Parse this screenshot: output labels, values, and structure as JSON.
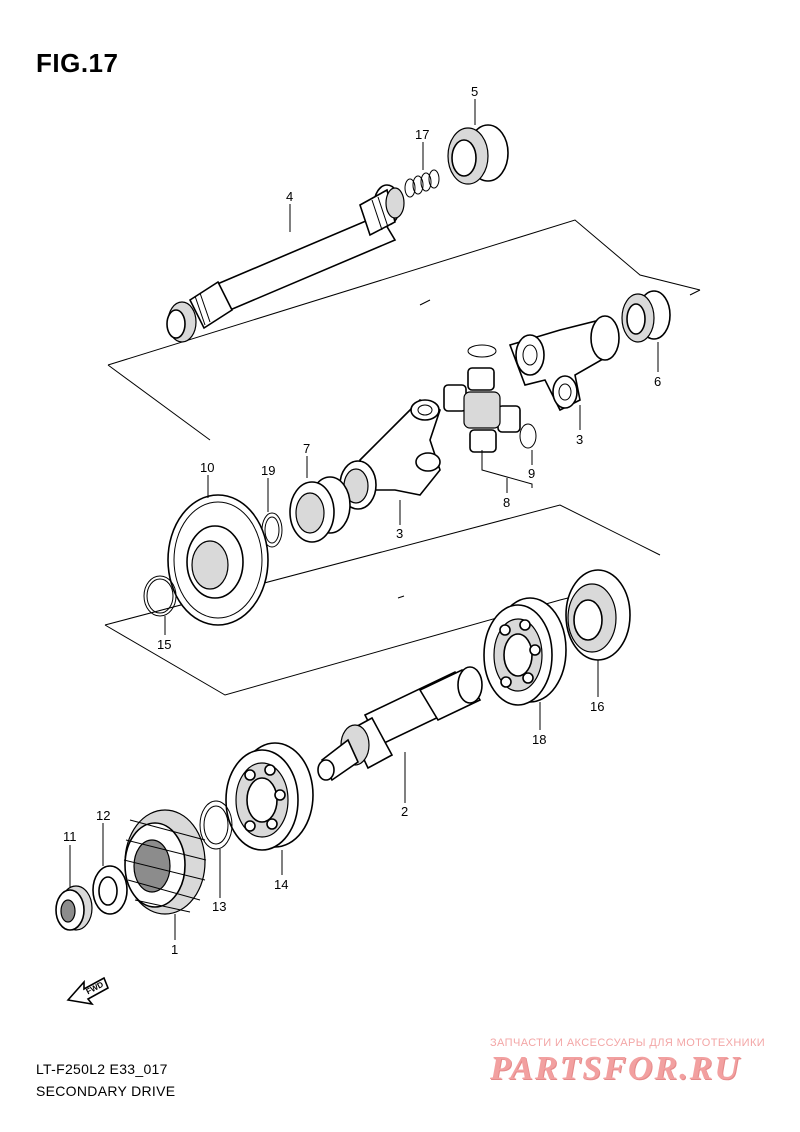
{
  "figure": {
    "title": "FIG.17",
    "model_code": "LT-F250L2 E33_017",
    "name": "SECONDARY DRIVE"
  },
  "callouts": [
    "1",
    "2",
    "3",
    "3",
    "4",
    "5",
    "6",
    "7",
    "8",
    "9",
    "10",
    "11",
    "12",
    "13",
    "14",
    "15",
    "16",
    "17",
    "18",
    "19"
  ],
  "fwd_label": "FWD",
  "watermark": {
    "tagline": "ЗАПЧАСТИ И АКСЕССУАРЫ ДЛЯ МОТОТЕХНИКИ",
    "logo": "PARTSFOR.RU"
  },
  "colors": {
    "line": "#000000",
    "background": "#ffffff",
    "watermark": "#f2a0a0"
  }
}
